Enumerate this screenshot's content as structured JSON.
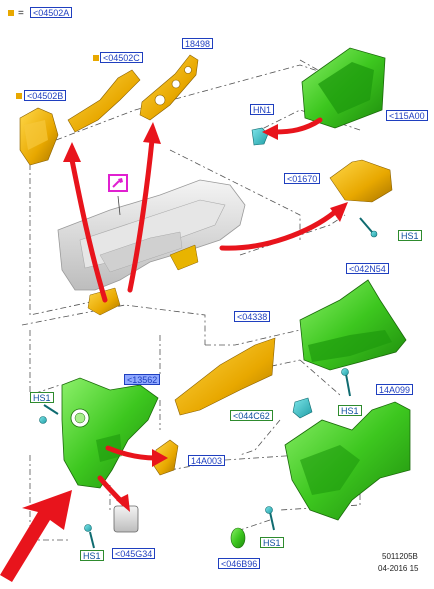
{
  "legend": {
    "code": "<04502A",
    "symbol": "=",
    "marker_color": "#e8a800"
  },
  "labels": {
    "04502C": "<04502C",
    "18498": "18498",
    "04502B": "<04502B",
    "HN1": "HN1",
    "115A00": "<115A00",
    "01670": "<01670",
    "HS1_top": "HS1",
    "042N54": "<042N54",
    "04338": "<04338",
    "13562": "<13562",
    "HS1_left": "HS1",
    "14A099": "14A099",
    "044C62": "<044C62",
    "HS1_mid": "HS1",
    "14A003": "14A003",
    "HS1_bottom": "HS1",
    "045G34": "<045G34",
    "HS1_right": "HS1",
    "046B96": "<046B96"
  },
  "footer": {
    "part_id": "5011205B",
    "date": "04-2016 15"
  },
  "colors": {
    "green_part": "#3dc71f",
    "yellow_part": "#e8b400",
    "arrow_red": "#e8141c",
    "label_blue": "#1f3fbf",
    "label_green": "#2e8b2e",
    "dash": "#555555"
  }
}
